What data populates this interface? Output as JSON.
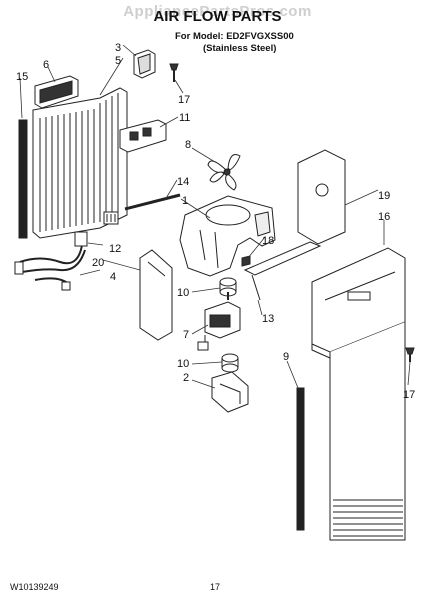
{
  "watermark": "AppliancePartsPros.com",
  "header": {
    "title": "AIR FLOW PARTS",
    "model_line": "For Model: ED2FVGXSS00",
    "finish_line": "(Stainless Steel)"
  },
  "callouts": {
    "c1": "1",
    "c2": "2",
    "c3": "3",
    "c4": "4",
    "c5": "5",
    "c6": "6",
    "c7": "7",
    "c8": "8",
    "c9": "9",
    "c10a": "10",
    "c10b": "10",
    "c11": "11",
    "c12": "12",
    "c13": "13",
    "c14": "14",
    "c15": "15",
    "c16": "16",
    "c17a": "17",
    "c17b": "17",
    "c18": "18",
    "c19": "19",
    "c20": "20"
  },
  "footer": {
    "doc_number": "W10139249",
    "page_number": "17"
  }
}
